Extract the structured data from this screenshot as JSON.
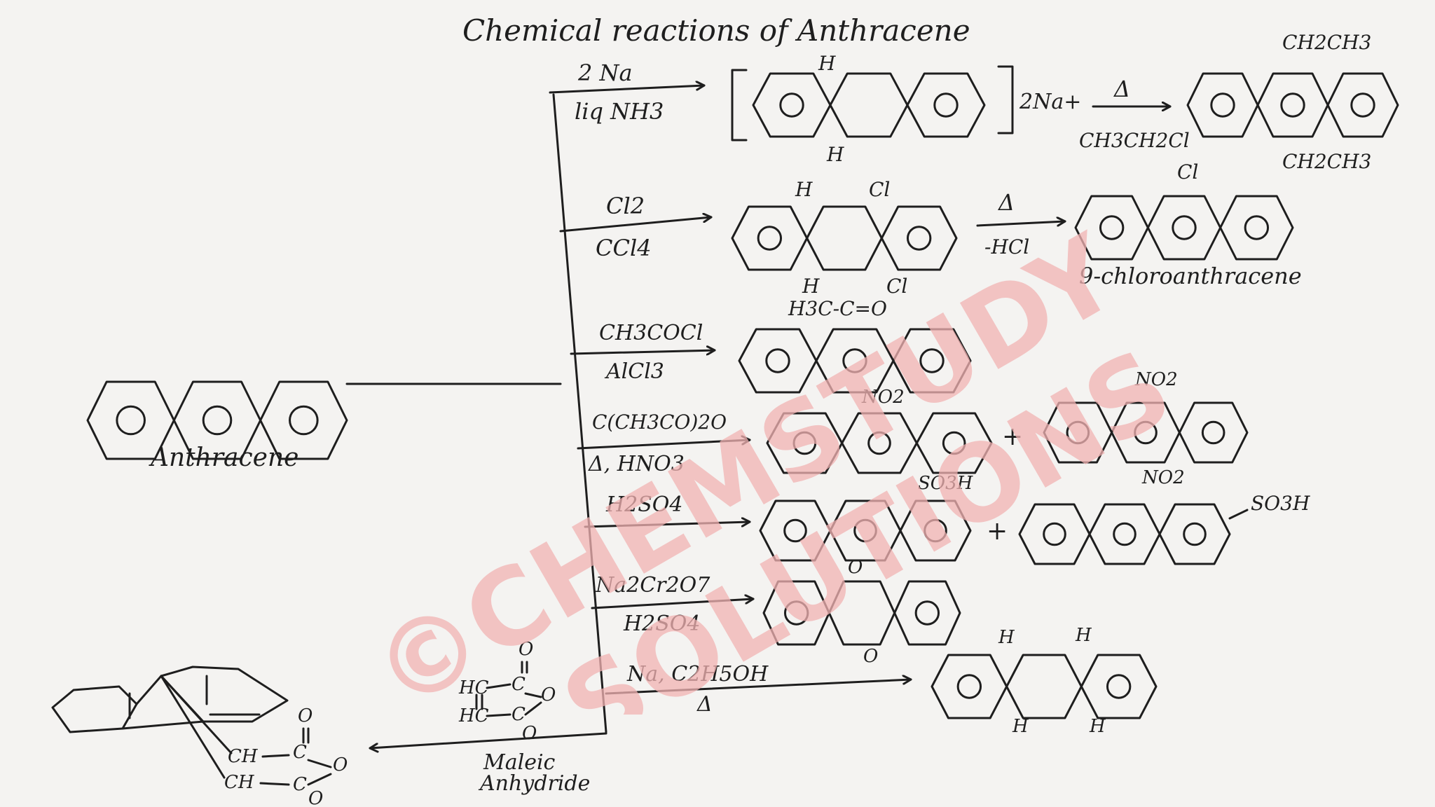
{
  "title": "Chemical reactions of Anthracene",
  "watermark": {
    "line1": "©CHEMSTUDY",
    "line2": "SOLUTIONS",
    "color": "#f2b3b3"
  },
  "ink_color": "#1e1e1e",
  "reactant": {
    "label": "Anthracene"
  },
  "reactions": [
    {
      "id": "birch",
      "reagent_top": "2 Na",
      "reagent_bottom": "liq NH3",
      "intermediate_labels": [
        "H",
        "H",
        "2Na+"
      ],
      "step2_top": "Δ",
      "step2_bottom": "CH3CH2Cl",
      "product_labels": [
        "CH2CH3",
        "CH2CH3"
      ]
    },
    {
      "id": "chlorination",
      "reagent_top": "Cl2",
      "reagent_bottom": "CCl4",
      "intermediate_labels": [
        "H",
        "Cl",
        "H",
        "Cl"
      ],
      "step2_top": "Δ",
      "step2_bottom": "-HCl",
      "product_labels": [
        "Cl"
      ],
      "product_name": "9-chloroanthracene"
    },
    {
      "id": "acylation",
      "reagent_top": "CH3COCl",
      "reagent_bottom": "AlCl3",
      "product_labels": [
        "H3C-C=O"
      ]
    },
    {
      "id": "nitration",
      "reagent_top": "C(CH3CO)2O",
      "reagent_bottom": "Δ, HNO3",
      "product_labels": [
        "NO2"
      ],
      "product2_labels": [
        "NO2",
        "NO2"
      ]
    },
    {
      "id": "sulfonation",
      "reagent_top": "H2SO4",
      "product_labels": [
        "SO3H"
      ],
      "product2_labels": [
        "SO3H"
      ]
    },
    {
      "id": "oxidation",
      "reagent_top": "Na2Cr2O7",
      "reagent_bottom": "H2SO4",
      "product_labels": [
        "O",
        "O"
      ]
    },
    {
      "id": "reduction",
      "reagent_top": "Na, C2H5OH",
      "reagent_bottom": "Δ",
      "product_labels": [
        "H",
        "H",
        "H",
        "H"
      ]
    },
    {
      "id": "diels_alder",
      "reagent_bottom": "Maleic Anhydride",
      "reagent_structure_labels": [
        "HC",
        "C",
        "O",
        "HC",
        "C",
        "O",
        "O"
      ],
      "product_labels": [
        "CH",
        "C",
        "O",
        "CH",
        "C",
        "O",
        "O"
      ]
    }
  ]
}
